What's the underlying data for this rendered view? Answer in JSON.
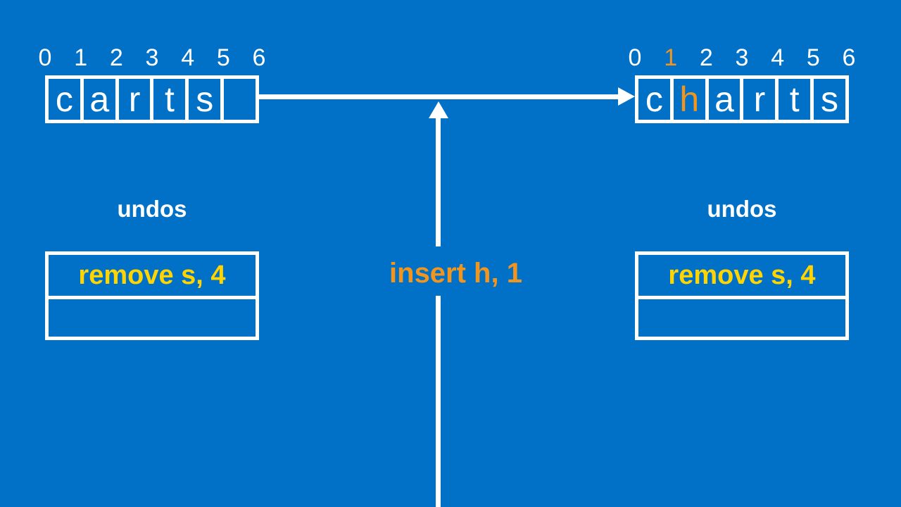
{
  "colors": {
    "background": "#0071C6",
    "stroke_white": "#FFFFFF",
    "accent_orange": "#F2951F",
    "accent_yellow": "#FFD400"
  },
  "before": {
    "indices": [
      "0",
      "1",
      "2",
      "3",
      "4",
      "5",
      "6"
    ],
    "cells": [
      "c",
      "a",
      "r",
      "t",
      "s",
      ""
    ],
    "stack": {
      "title": "undos",
      "rows": [
        "remove s, 4",
        ""
      ]
    }
  },
  "after": {
    "indices": [
      "0",
      "1",
      "2",
      "3",
      "4",
      "5",
      "6"
    ],
    "cells": [
      "c",
      "h",
      "a",
      "r",
      "t",
      "s"
    ],
    "highlight_index": 1,
    "highlight_cell": 1,
    "stack": {
      "title": "undos",
      "rows": [
        "remove s, 4",
        ""
      ]
    }
  },
  "operation": {
    "label": "insert h, 1"
  }
}
